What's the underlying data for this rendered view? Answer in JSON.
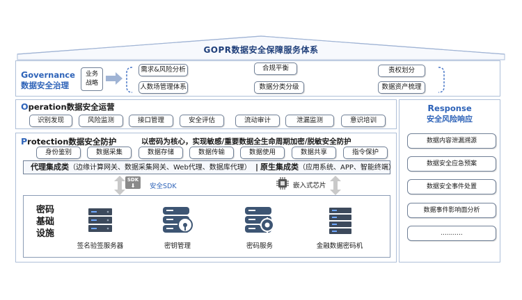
{
  "title": "GOPR数据安全保障服务体系",
  "governance": {
    "title_prefix": "G",
    "title_rest": "overnance",
    "title_cn": "数据安全治理",
    "box_label_1": "业务",
    "box_label_2": "战略",
    "items": [
      "需求&风险分析",
      "人数场管理体系",
      "合规平衡",
      "数据分类分级",
      "责权划分",
      "数据资产梳理"
    ]
  },
  "operation": {
    "title_prefix": "O",
    "title_rest": "peration数据安全运营",
    "items": [
      "识别发现",
      "风险监测",
      "接口管理",
      "安全评估",
      "流动审计",
      "泄漏监测",
      "意识培训"
    ]
  },
  "protection": {
    "title_prefix": "P",
    "title_rest": "rotection数据安全防护",
    "subtitle": "以密码为核心，实现敏感/重要数据全生命周期加密/脱敏安全防护",
    "items": [
      "身份鉴别",
      "数据采集",
      "数据存储",
      "数据传输",
      "数据使用",
      "数据共享",
      "指令保护"
    ],
    "proxy_bold": "代理集成类",
    "proxy_detail": "（边缘计算网关、数据采集网关、Web代理、数据库代理）",
    "native_bold": "原生集成类",
    "native_detail": "（应用系统、APP、智能终端）",
    "separator": "|",
    "sdk_icon_text": "SDK",
    "sdk_label": "安全SDK",
    "chip_label": "嵌入式芯片",
    "infra_title": [
      "密码",
      "基础",
      "设施"
    ],
    "servers": [
      "签名验签服务器",
      "密钥管理",
      "密码服务",
      "金融数据密码机"
    ]
  },
  "response": {
    "title_prefix": "R",
    "title_rest": "esponse",
    "title_cn": "安全风险响应",
    "items": [
      "数据内容泄漏溯源",
      "数据安全应急预案",
      "数据安全事件处置",
      "数据事件影响面分析",
      "..........."
    ]
  },
  "colors": {
    "accent": "#2e63b8",
    "border": "#aebfd8",
    "roof": "#b9c8e0"
  }
}
